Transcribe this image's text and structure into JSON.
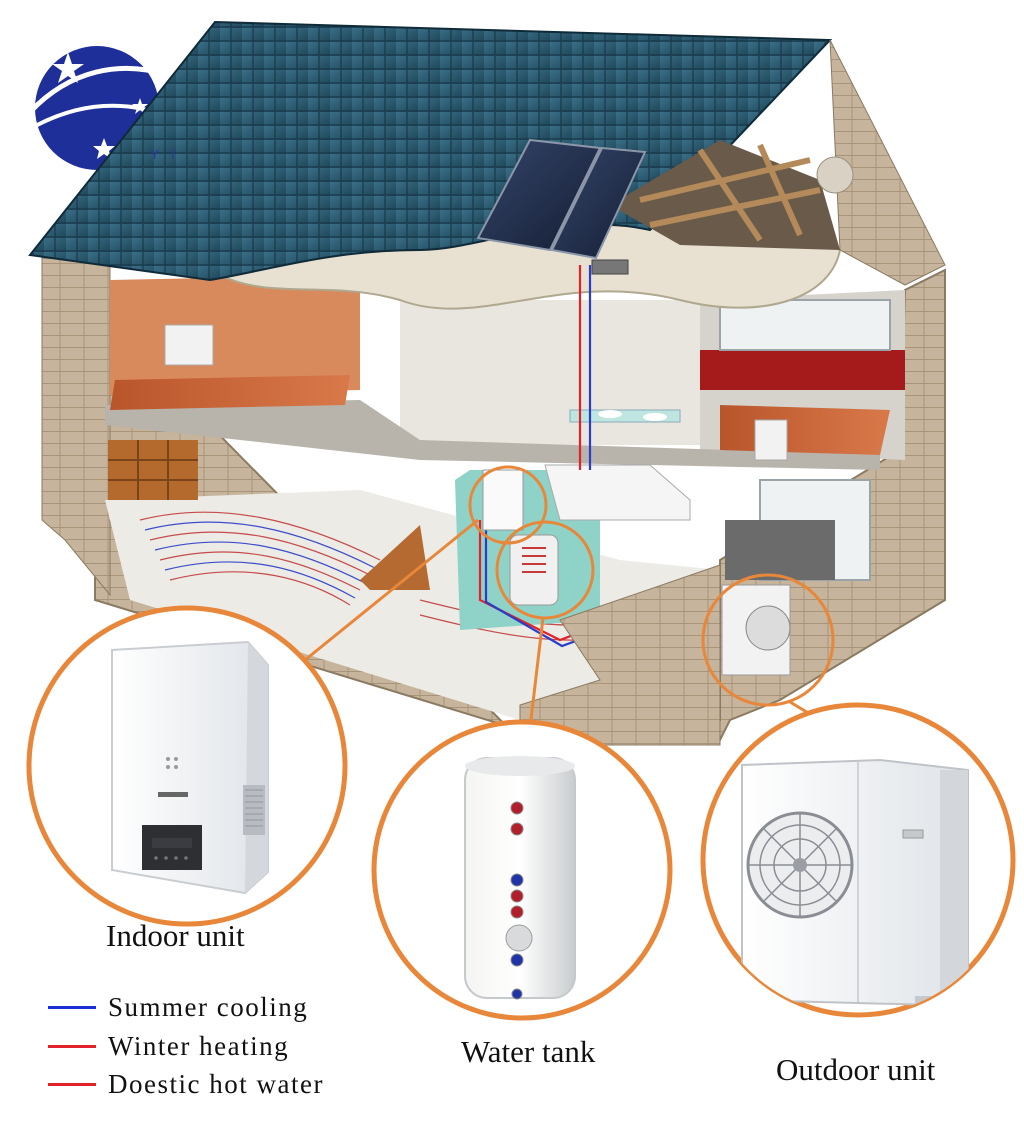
{
  "logo": {
    "text": "Y I",
    "color": "#1f2f9a"
  },
  "labels": {
    "indoor_unit": "Indoor unit",
    "water_tank": "Water tank",
    "outdoor_unit": "Outdoor unit"
  },
  "legend": [
    {
      "text": "Summer cooling",
      "color": "#1a2fd6"
    },
    {
      "text": "Winter heating",
      "color": "#e0232b"
    },
    {
      "text": "Doestic hot water",
      "color": "#e0232b"
    }
  ],
  "colors": {
    "callout_ring": "#e8873a",
    "roof": "#2b5a72",
    "wall": "#c8b8a2",
    "floor_wood": "#c9653a",
    "solar_panel": "#1f2a44"
  },
  "icons": [
    "logo-icon",
    "solar-panel-icon",
    "indoor-unit-icon",
    "water-tank-icon",
    "outdoor-unit-icon",
    "fan-icon"
  ]
}
